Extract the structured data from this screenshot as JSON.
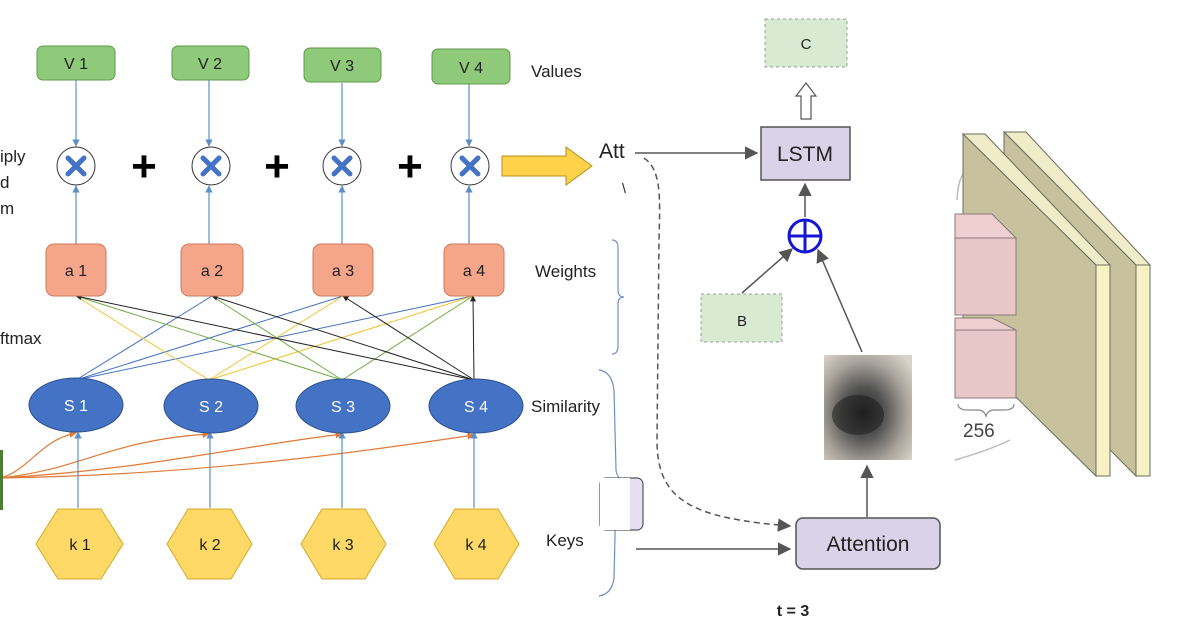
{
  "attention_mechanism": {
    "values": [
      "V 1",
      "V 2",
      "V 3",
      "V 4"
    ],
    "weights": [
      "a 1",
      "a 2",
      "a 3",
      "a 4"
    ],
    "similarity": [
      "S  1",
      "S 2",
      "S 3",
      "S 4"
    ],
    "keys": [
      "k 1",
      "k 2",
      "k 3",
      "k 4"
    ],
    "row_labels": {
      "values": "Values",
      "weights": "Weights",
      "similarity": "Similarity",
      "keys": "Keys"
    },
    "left_cut_labels": [
      "iply",
      "d",
      "m",
      "ftmax"
    ],
    "plus_sign": "+",
    "colors": {
      "value_fill": "#8fc97a",
      "weight_fill": "#f4a58a",
      "similarity_fill": "#4472c4",
      "key_fill": "#ffd966",
      "multiply_x": "#4472c4"
    }
  },
  "lstm_diagram": {
    "c_label": "C",
    "lstm_label": "LSTM",
    "b_label": "B",
    "attention_label": "Attention",
    "cut_text": [
      "Att",
      "\\"
    ],
    "time_label": "t = 3"
  },
  "cnn_diagram": {
    "dimension_label": "256"
  }
}
